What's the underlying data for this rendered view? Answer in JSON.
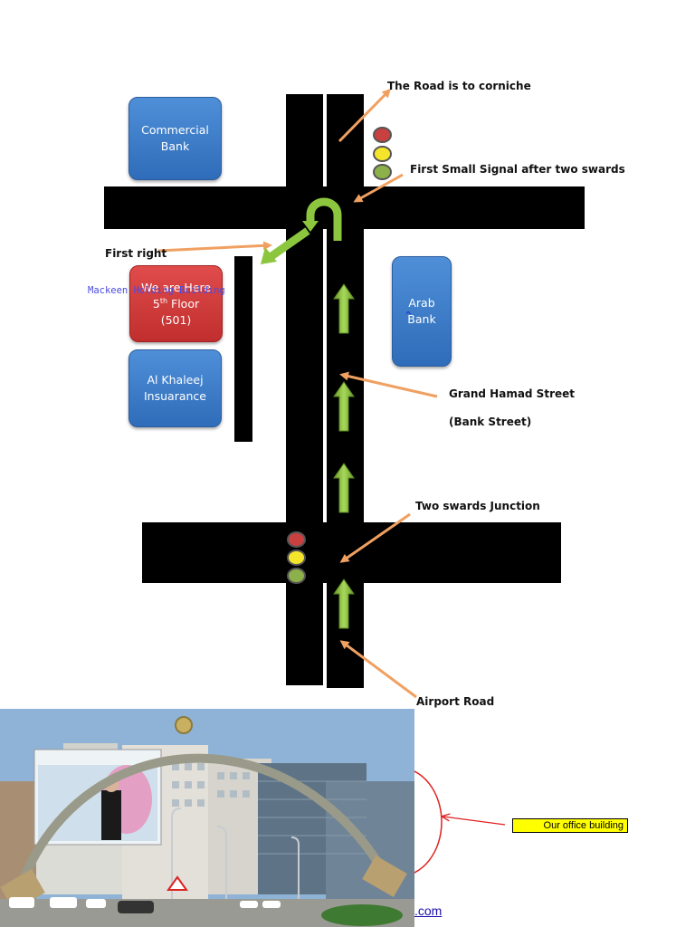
{
  "boxes": {
    "commercial_bank": [
      "Commercial",
      "Bank"
    ],
    "we_are_here": {
      "line1": "We are Here",
      "floor_num": "5",
      "floor_sup": "th",
      "floor_word": " Floor",
      "line3": "(501)"
    },
    "al_khaleej": [
      "Al Khaleej",
      "Insuarance"
    ],
    "arab_bank": [
      "Arab",
      "Bank"
    ]
  },
  "overlay": {
    "building_name": "Mackeen Holding Building",
    "stray_caret": "^"
  },
  "labels": {
    "corniche": "The Road is to corniche",
    "first_signal": "First Small Signal after two swards",
    "first_right": "First right",
    "grand_hamad": "Grand Hamad Street",
    "bank_street": "(Bank Street)",
    "two_swards": "Two swards Junction",
    "airport": "Airport Road"
  },
  "callout": {
    "text": "Our office building"
  },
  "link": {
    "text": ".com"
  },
  "colors": {
    "arrow_orange": "#f0a060",
    "arrow_green": "#8cc63f",
    "box_blue": "#3b7dc9",
    "box_red": "#d43c3c",
    "light_red": "#c84040",
    "light_yellow": "#f5e52a",
    "light_green": "#8cb04a",
    "callout_yellow": "#ffff00",
    "photo_sky": "#8fb3d6"
  }
}
